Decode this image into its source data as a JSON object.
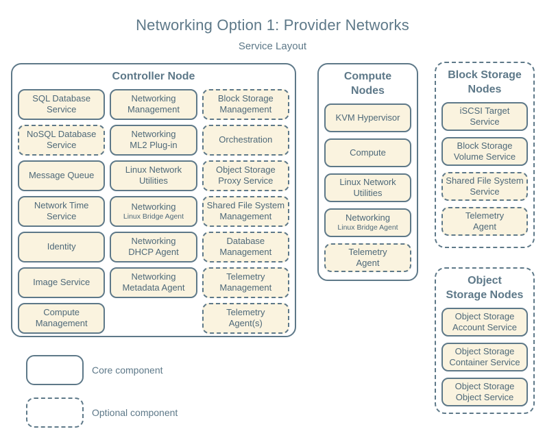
{
  "title": "Networking Option 1: Provider Networks",
  "subtitle": "Service Layout",
  "colors": {
    "accent": "#5d7888",
    "service_fill": "#faf3df",
    "service_text": "#4d6878",
    "background": "#ffffff"
  },
  "legend": [
    {
      "label": "Core component",
      "style": "solid"
    },
    {
      "label": "Optional component",
      "style": "dashed"
    }
  ],
  "groups": [
    {
      "name": "controller-node",
      "title_lines": [
        "Controller Node"
      ],
      "border": "solid",
      "columns": 3,
      "services": [
        {
          "name": "sql-database-service",
          "lines": [
            "SQL Database",
            "Service"
          ],
          "optional": false
        },
        {
          "name": "networking-management",
          "lines": [
            "Networking",
            "Management"
          ],
          "optional": false
        },
        {
          "name": "block-storage-management",
          "lines": [
            "Block Storage",
            "Management"
          ],
          "optional": true
        },
        {
          "name": "nosql-database-service",
          "lines": [
            "NoSQL Database",
            "Service"
          ],
          "optional": true
        },
        {
          "name": "networking-ml2-plugin",
          "lines": [
            "Networking",
            "ML2 Plug-in"
          ],
          "optional": false
        },
        {
          "name": "orchestration",
          "lines": [
            "Orchestration"
          ],
          "optional": true
        },
        {
          "name": "message-queue",
          "lines": [
            "Message Queue"
          ],
          "optional": false
        },
        {
          "name": "linux-network-utilities",
          "lines": [
            "Linux Network",
            "Utilities"
          ],
          "optional": false
        },
        {
          "name": "object-storage-proxy-service",
          "lines": [
            "Object Storage",
            "Proxy Service"
          ],
          "optional": true
        },
        {
          "name": "network-time-service",
          "lines": [
            "Network Time",
            "Service"
          ],
          "optional": false
        },
        {
          "name": "networking-linux-bridge-agent",
          "lines": [
            "Networking"
          ],
          "sublabel": "Linux Bridge Agent",
          "optional": false
        },
        {
          "name": "shared-file-system-management",
          "lines": [
            "Shared File System",
            "Management"
          ],
          "optional": true
        },
        {
          "name": "identity",
          "lines": [
            "Identity"
          ],
          "optional": false
        },
        {
          "name": "networking-dhcp-agent",
          "lines": [
            "Networking",
            "DHCP Agent"
          ],
          "optional": false
        },
        {
          "name": "database-management",
          "lines": [
            "Database",
            "Management"
          ],
          "optional": true
        },
        {
          "name": "image-service",
          "lines": [
            "Image Service"
          ],
          "optional": false
        },
        {
          "name": "networking-metadata-agent",
          "lines": [
            "Networking",
            "Metadata Agent"
          ],
          "optional": false
        },
        {
          "name": "telemetry-management",
          "lines": [
            "Telemetry",
            "Management"
          ],
          "optional": true
        },
        {
          "name": "compute-management",
          "lines": [
            "Compute",
            "Management"
          ],
          "optional": false
        },
        {
          "name": "empty-cell",
          "lines": [],
          "empty": true
        },
        {
          "name": "telemetry-agents",
          "lines": [
            "Telemetry",
            "Agent(s)"
          ],
          "optional": true
        }
      ]
    },
    {
      "name": "compute-nodes",
      "title_lines": [
        "Compute",
        "Nodes"
      ],
      "border": "solid",
      "columns": 1,
      "services": [
        {
          "name": "kvm-hypervisor",
          "lines": [
            "KVM Hypervisor"
          ],
          "optional": false
        },
        {
          "name": "compute",
          "lines": [
            "Compute"
          ],
          "optional": false
        },
        {
          "name": "linux-network-utilities",
          "lines": [
            "Linux Network",
            "Utilities"
          ],
          "optional": false
        },
        {
          "name": "networking-linux-bridge-agent",
          "lines": [
            "Networking"
          ],
          "sublabel": "Linux Bridge Agent",
          "optional": false
        },
        {
          "name": "telemetry-agent",
          "lines": [
            "Telemetry",
            "Agent"
          ],
          "optional": true
        }
      ]
    },
    {
      "name": "block-storage-nodes",
      "title_lines": [
        "Block Storage",
        "Nodes"
      ],
      "border": "dashed",
      "columns": 1,
      "services": [
        {
          "name": "iscsi-target-service",
          "lines": [
            "iSCSI Target",
            "Service"
          ],
          "optional": false
        },
        {
          "name": "block-storage-volume-service",
          "lines": [
            "Block Storage",
            "Volume Service"
          ],
          "optional": false
        },
        {
          "name": "shared-file-system-service",
          "lines": [
            "Shared File System",
            "Service"
          ],
          "optional": true
        },
        {
          "name": "telemetry-agent",
          "lines": [
            "Telemetry",
            "Agent"
          ],
          "optional": true
        }
      ]
    },
    {
      "name": "object-storage-nodes",
      "title_lines": [
        "Object",
        "Storage Nodes"
      ],
      "border": "dashed",
      "columns": 1,
      "services": [
        {
          "name": "object-storage-account-service",
          "lines": [
            "Object Storage",
            "Account Service"
          ],
          "optional": false
        },
        {
          "name": "object-storage-container-service",
          "lines": [
            "Object Storage",
            "Container Service"
          ],
          "optional": false
        },
        {
          "name": "object-storage-object-service",
          "lines": [
            "Object Storage",
            "Object Service"
          ],
          "optional": false
        }
      ]
    }
  ]
}
